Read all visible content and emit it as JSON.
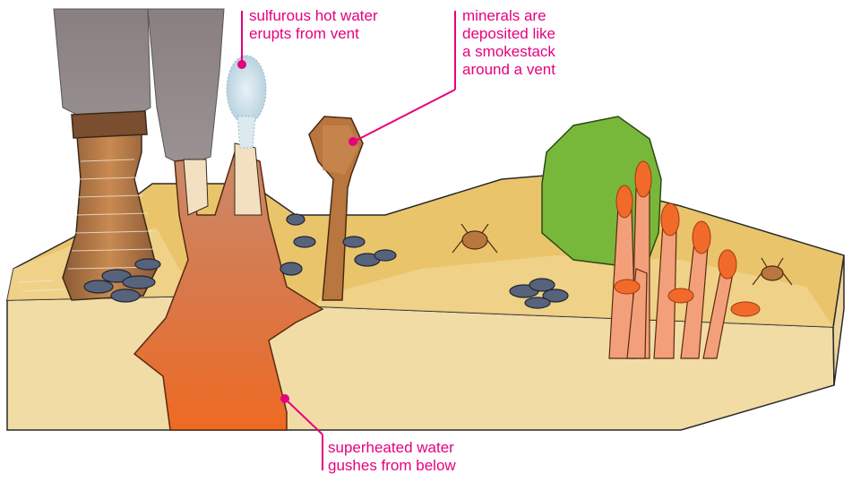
{
  "labels": {
    "sulfurous": [
      "sulfurous hot water",
      "erupts from vent"
    ],
    "minerals": [
      "minerals are",
      "deposited like",
      "a smokestack",
      "around a vent"
    ],
    "superheated": [
      "superheated water",
      "gushes from below"
    ]
  },
  "colors": {
    "label": "#e6007e",
    "sediment": "#f2dca6",
    "sand": "#e9c46a",
    "smoke": "#8f8585",
    "chimney": "#b9763f",
    "tube_worm": "#f26a2a",
    "sponge": "#77b83a",
    "mussel": "#56637a",
    "magma": "#e8672a"
  }
}
